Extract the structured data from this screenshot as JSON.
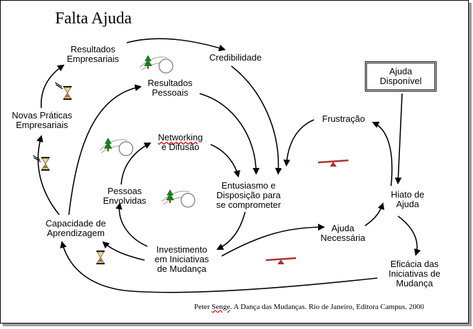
{
  "title": "Falta Ajuda",
  "credit": {
    "before": "Peter ",
    "name": "Senge",
    "after": ". A Dança das Mudanças. Rio de Janeiro, Editora Campus. 2000"
  },
  "nodes": {
    "resultados_empresariais": [
      "Resultados",
      "Empresariais"
    ],
    "credibilidade": [
      "Credibilidade"
    ],
    "resultados_pessoais": [
      "Resultados",
      "Pessoais"
    ],
    "networking": [
      "Networking",
      "e Difusão"
    ],
    "novas_praticas": [
      "Novas Práticas",
      "Empresariais"
    ],
    "pessoas_envolvidas": [
      "Pessoas",
      "Envolvidas"
    ],
    "entusiasmo": [
      "Entusiasmo e",
      "Disposição para",
      "se comprometer"
    ],
    "capacidade": [
      "Capacidade de",
      "Aprendizagem"
    ],
    "investimento": [
      "Investimento",
      "em Iniciativas",
      "de Mudança"
    ],
    "ajuda_necessaria": [
      "Ajuda",
      "Necessária"
    ],
    "frustracao": [
      "Frustração"
    ],
    "ajuda_disponivel": [
      "Ajuda",
      "Disponível"
    ],
    "hiato": [
      "Hiato de",
      "Ajuda"
    ],
    "eficacia": [
      "Eficácia das",
      "Iniciativas de",
      "Mudança"
    ]
  },
  "icons": [
    "snowball-icon",
    "hourglass-icon",
    "seesaw-icon"
  ],
  "colors": {
    "tree": "#1f7a1f",
    "seesaw": "#b03030",
    "hourglass": "#8a6a30"
  }
}
